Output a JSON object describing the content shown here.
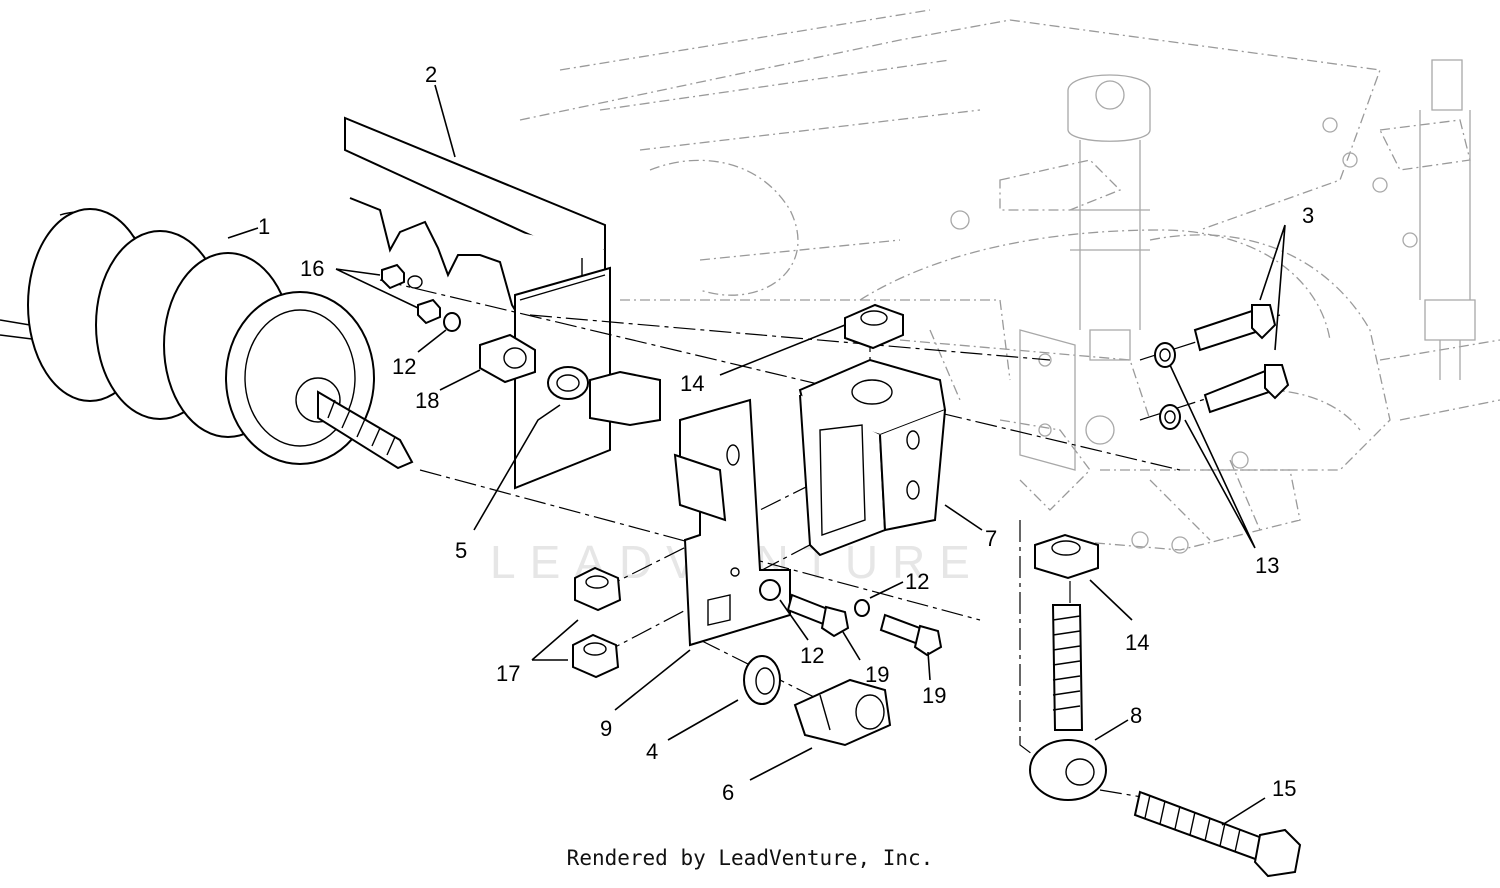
{
  "watermark": "LEADVENTURE",
  "footer": "Rendered by LeadVenture, Inc.",
  "callouts": [
    {
      "id": "c1",
      "text": "1"
    },
    {
      "id": "c2",
      "text": "2"
    },
    {
      "id": "c3",
      "text": "3"
    },
    {
      "id": "c4",
      "text": "4"
    },
    {
      "id": "c5",
      "text": "5"
    },
    {
      "id": "c6",
      "text": "6"
    },
    {
      "id": "c7",
      "text": "7"
    },
    {
      "id": "c8",
      "text": "8"
    },
    {
      "id": "c9",
      "text": "9"
    },
    {
      "id": "c12a",
      "text": "12"
    },
    {
      "id": "c12b",
      "text": "12"
    },
    {
      "id": "c12c",
      "text": "12"
    },
    {
      "id": "c13",
      "text": "13"
    },
    {
      "id": "c14a",
      "text": "14"
    },
    {
      "id": "c14b",
      "text": "14"
    },
    {
      "id": "c15",
      "text": "15"
    },
    {
      "id": "c16",
      "text": "16"
    },
    {
      "id": "c17",
      "text": "17"
    },
    {
      "id": "c18",
      "text": "18"
    },
    {
      "id": "c19a",
      "text": "19"
    },
    {
      "id": "c19b",
      "text": "19"
    }
  ]
}
